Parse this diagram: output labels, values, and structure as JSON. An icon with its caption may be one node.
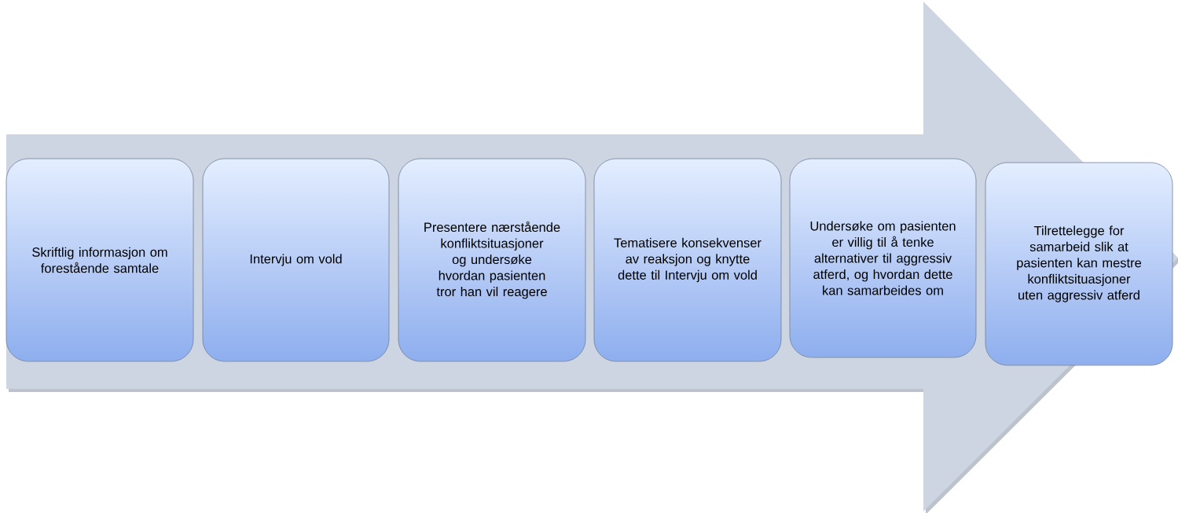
{
  "diagram": {
    "nodes": [
      {
        "text": [
          "Skriftlig informasjon om forestående samtale"
        ]
      },
      {
        "text": [
          "Intervju om vold"
        ]
      },
      {
        "text": [
          "Presentere nærstående konfliktsituasjoner og undersøke hvordan pasienten tror han vil reagere"
        ]
      },
      {
        "text": [
          "Tematisere konsekvenser av reaksjon og knytte dette til Intervju om vold"
        ]
      },
      {
        "text": [
          "Undersøke om pasienten er villig til å tenke alternativer til aggressiv atferd, og hvordan dette kan samarbeides om"
        ]
      },
      {
        "text": [
          "Tilrettelegge for samarbeid slik at pasienten kan mestre konfliktsituasjoner uten aggressiv atferd"
        ]
      }
    ],
    "edges": [
      {
        "from": 0,
        "to": 5,
        "arrow": "to",
        "style": "thick"
      }
    ]
  }
}
